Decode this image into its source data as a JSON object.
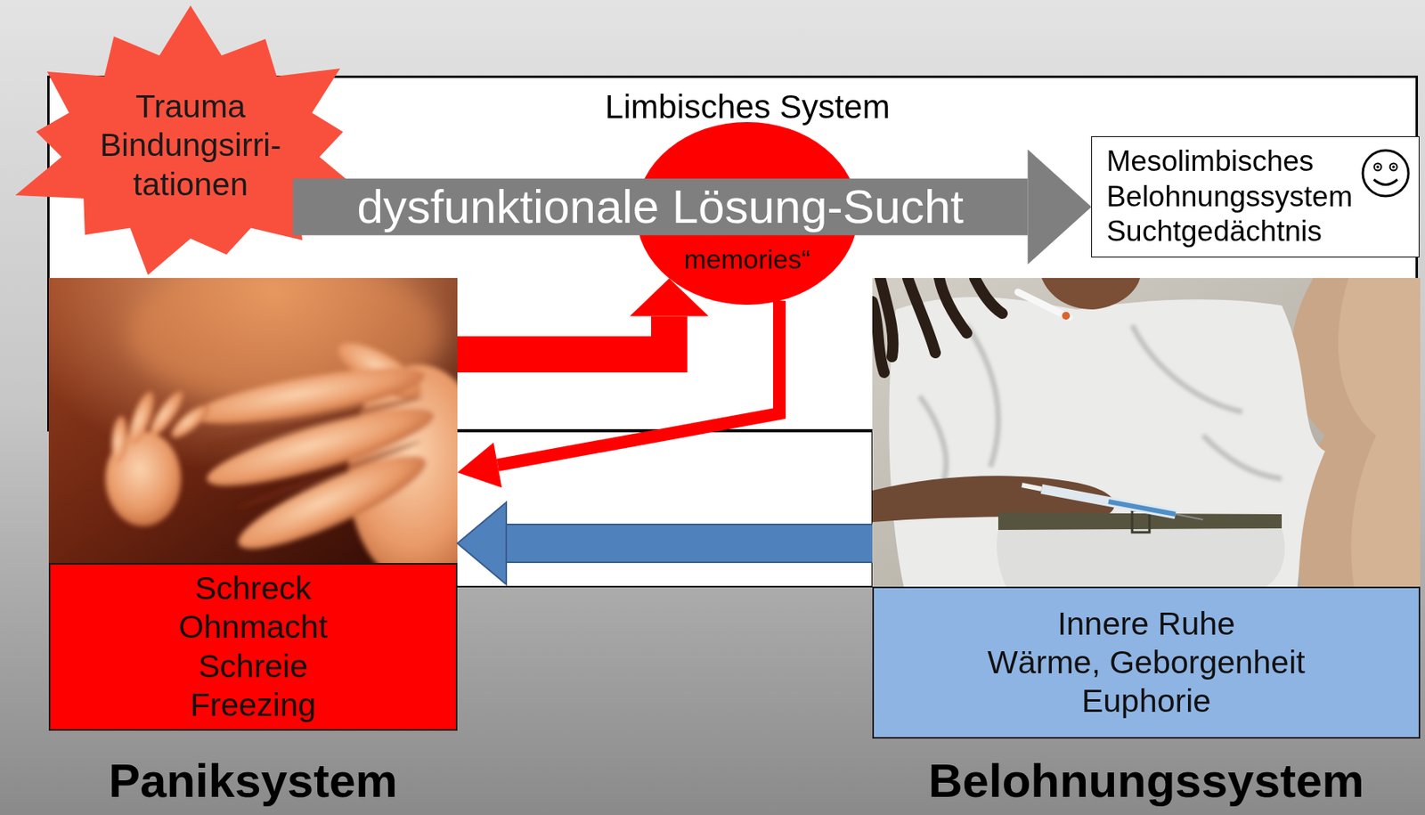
{
  "diagram": {
    "nodes": [
      {
        "text": [
          "Limbisches System"
        ]
      },
      {
        "text": [
          "Trauma",
          "Bindungsirri- tationen"
        ]
      },
      {
        "text": [
          "memories“"
        ],
        "in": 0
      },
      {
        "text": [
          "Mesolimbisches Belohnungssystem",
          "Suchtgedächtnis"
        ],
        "in": 0
      },
      {
        "text": [
          "Schreck",
          "Ohnmacht",
          "Schreie",
          "Freezing",
          "Paniksystem"
        ]
      },
      {
        "text": [
          "Innere Ruhe",
          "Wärme, Geborgenheit",
          "Euphorie",
          "Belohnungssystem"
        ]
      }
    ],
    "edges": [
      {
        "from": 1,
        "to": 3,
        "arrow": "to",
        "label": "dysfunktionale Lösung-Sucht"
      },
      {
        "from": 4,
        "to": 2,
        "arrow": "to"
      },
      {
        "from": 2,
        "to": 4,
        "arrow": "to"
      },
      {
        "from": 5,
        "to": 4,
        "arrow": "to"
      }
    ]
  }
}
